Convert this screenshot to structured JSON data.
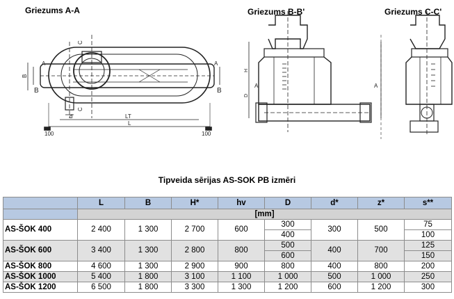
{
  "sections": {
    "aa": "Griezums A-A",
    "bb": "Griezums B-B'",
    "cc": "Griezums C-C'"
  },
  "drawing_labels": {
    "c_top": "C",
    "c_bottom": "C",
    "a_left": "A",
    "a_right": "A",
    "a_b1": "A",
    "a_b2": "A",
    "b_left": "B",
    "b_right": "B",
    "b_dim": "B",
    "d_small": "d",
    "lt": "LT",
    "l": "L",
    "n100_left": "100",
    "n100_right": "100",
    "d_big": "D",
    "h": "H"
  },
  "table": {
    "title": "Tipveida sērijas AS-SOK PB izmēri",
    "headers": [
      "",
      "L",
      "B",
      "H*",
      "hv",
      "D",
      "d*",
      "z*",
      "s**"
    ],
    "unit": "[mm]",
    "rows": [
      {
        "model": "AS-ŠOK 400",
        "L": "2 400",
        "B": "1 300",
        "H": "2 700",
        "hv": "600",
        "D": [
          "300",
          "400"
        ],
        "d": "300",
        "z": "500",
        "s": [
          "75",
          "100"
        ]
      },
      {
        "model": "AS-ŠOK 600",
        "L": "3 400",
        "B": "1 300",
        "H": "2 800",
        "hv": "800",
        "D": [
          "500",
          "600"
        ],
        "d": "400",
        "z": "700",
        "s": [
          "125",
          "150"
        ]
      },
      {
        "model": "AS-ŠOK 800",
        "L": "4 600",
        "B": "1 300",
        "H": "2 900",
        "hv": "900",
        "D": [
          "800"
        ],
        "d": "400",
        "z": "800",
        "s": [
          "200"
        ]
      },
      {
        "model": "AS-ŠOK 1000",
        "L": "5 400",
        "B": "1 800",
        "H": "3 100",
        "hv": "1 100",
        "D": [
          "1 000"
        ],
        "d": "500",
        "z": "1 000",
        "s": [
          "250"
        ]
      },
      {
        "model": "AS-ŠOK 1200",
        "L": "6 500",
        "B": "1 800",
        "H": "3 300",
        "hv": "1 300",
        "D": [
          "1 200"
        ],
        "d": "600",
        "z": "1 200",
        "s": [
          "300"
        ]
      }
    ]
  },
  "colors": {
    "header_bg": "#b7c9e2",
    "unit_bg": "#d3d3d3",
    "row_grey": "#e1e1e1"
  }
}
